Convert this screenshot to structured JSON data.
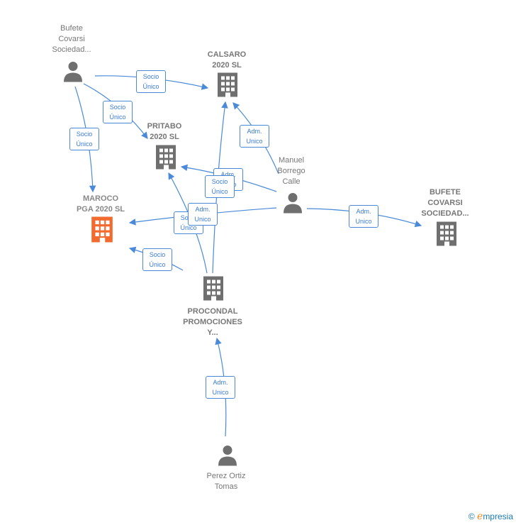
{
  "nodes": [
    {
      "id": "bufete1",
      "type": "person",
      "label": "Bufete\nCovarsi\nSociedad..."
    },
    {
      "id": "calsaro",
      "type": "company",
      "label": "CALSARO\n2020  SL"
    },
    {
      "id": "pritabo",
      "type": "company",
      "label": "PRITABO\n2020  SL"
    },
    {
      "id": "maroco",
      "type": "company-focus",
      "label": "MAROCO\nPGA 2020  SL"
    },
    {
      "id": "manuel",
      "type": "person",
      "label": "Manuel\nBorrego\nCalle"
    },
    {
      "id": "bufete2",
      "type": "company",
      "label": "BUFETE\nCOVARSI\nSOCIEDAD..."
    },
    {
      "id": "procondal",
      "type": "company",
      "label": "PROCONDAL\nPROMOCIONES\nY..."
    },
    {
      "id": "perez",
      "type": "person",
      "label": "Perez Ortiz\nTomas"
    }
  ],
  "edge_labels": [
    {
      "id": "e1",
      "text": "Socio\nÚnico"
    },
    {
      "id": "e2",
      "text": "Socio\nÚnico"
    },
    {
      "id": "e3",
      "text": "Socio\nÚnico"
    },
    {
      "id": "e4",
      "text": "Adm.\nUnico"
    },
    {
      "id": "e5",
      "text": "Adm.\nUnico"
    },
    {
      "id": "e6",
      "text": "Socio\nÚnico"
    },
    {
      "id": "e7",
      "text": "Adm.\nUnico"
    },
    {
      "id": "e8",
      "text": "Socio\nÚnico"
    },
    {
      "id": "e9",
      "text": "Adm.\nUnico"
    },
    {
      "id": "e10",
      "text": "Socio\nÚnico"
    },
    {
      "id": "e11",
      "text": "Adm.\nUnico"
    }
  ],
  "colors": {
    "edge": "#4a8ad8",
    "icon": "#6f6f6f",
    "focus": "#f26a2e"
  },
  "footer": {
    "copyright": "©",
    "brand_initial": "e",
    "brand_rest": "mpresia"
  }
}
